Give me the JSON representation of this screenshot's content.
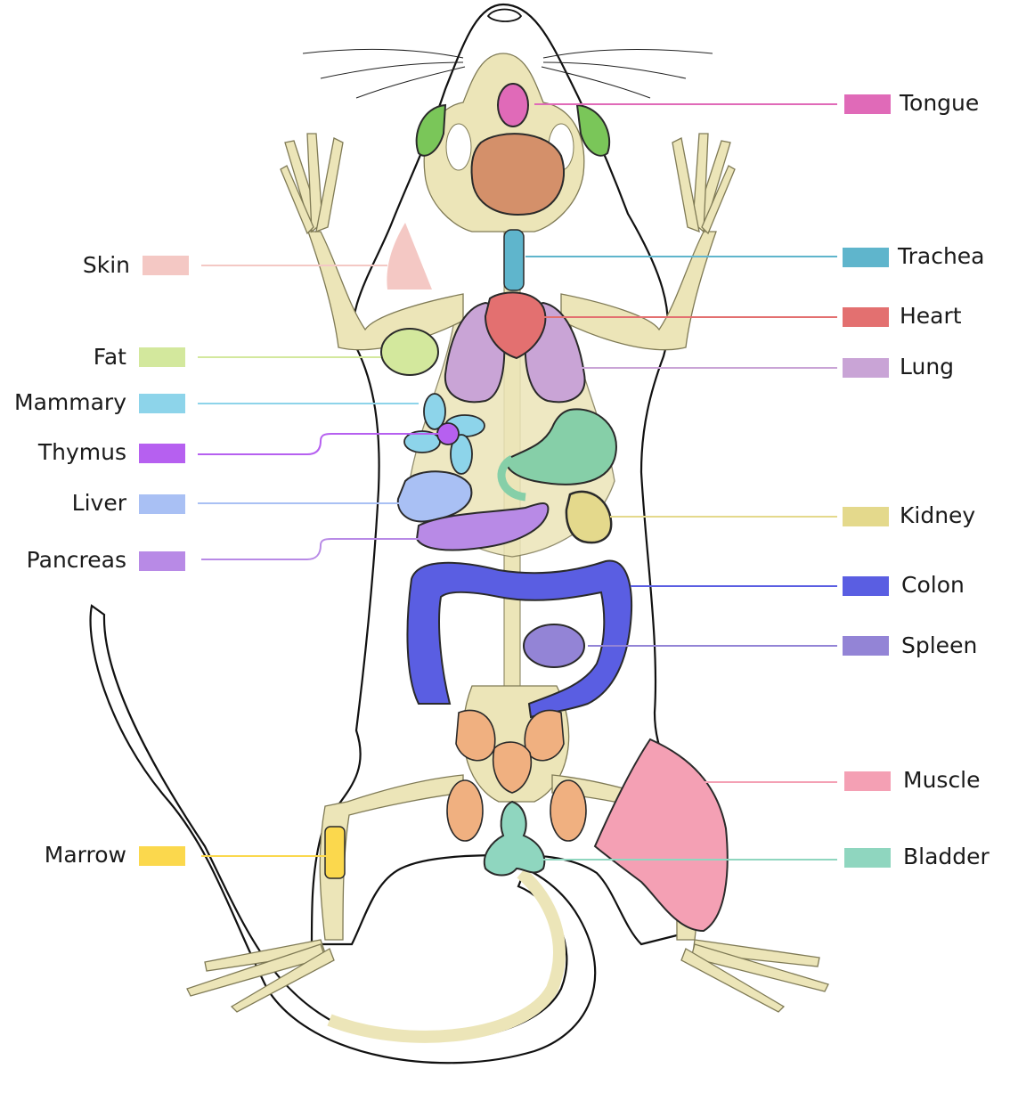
{
  "diagram": {
    "organs": [
      {
        "id": "skin",
        "label": "Skin",
        "color": "#f4c8c4"
      },
      {
        "id": "fat",
        "label": "Fat",
        "color": "#d3e89d"
      },
      {
        "id": "mammary",
        "label": "Mammary",
        "color": "#8dd4ea"
      },
      {
        "id": "thymus",
        "label": "Thymus",
        "color": "#b660f0"
      },
      {
        "id": "liver",
        "label": "Liver",
        "color": "#a9c0f4"
      },
      {
        "id": "pancreas",
        "label": "Pancreas",
        "color": "#b88ae6"
      },
      {
        "id": "marrow",
        "label": "Marrow",
        "color": "#fbd84d"
      },
      {
        "id": "tongue",
        "label": "Tongue",
        "color": "#e06ab8"
      },
      {
        "id": "trachea",
        "label": "Trachea",
        "color": "#5fb5cc"
      },
      {
        "id": "heart",
        "label": "Heart",
        "color": "#e37070"
      },
      {
        "id": "lung",
        "label": "Lung",
        "color": "#c9a4d6"
      },
      {
        "id": "kidney",
        "label": "Kidney",
        "color": "#e4d98c"
      },
      {
        "id": "colon",
        "label": "Colon",
        "color": "#5a5ee2"
      },
      {
        "id": "spleen",
        "label": "Spleen",
        "color": "#9384d6"
      },
      {
        "id": "muscle",
        "label": "Muscle",
        "color": "#f4a0b4"
      },
      {
        "id": "bladder",
        "label": "Bladder",
        "color": "#8fd6bf"
      }
    ],
    "other_colors": {
      "brain": "#d4906a",
      "ears": "#7ac659",
      "stomach": "#86cfa8",
      "reproductive": "#f0b080",
      "bone": "#ece5b8"
    }
  }
}
